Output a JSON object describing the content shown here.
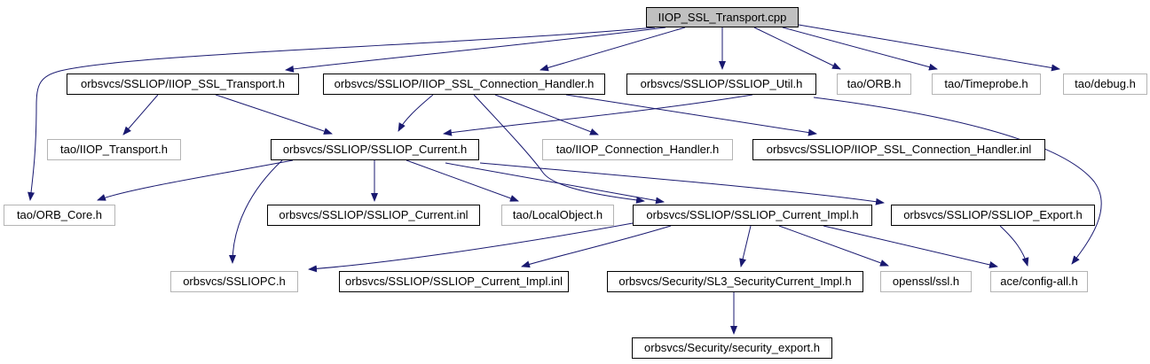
{
  "diagram": {
    "type": "include-dependency-graph",
    "root_file": "IIOP_SSL_Transport.cpp",
    "colors": {
      "edge": "#191970",
      "documented_border": "#000000",
      "external_border": "#b4b4b4",
      "root_fill": "#c0c0c0",
      "background": "#ffffff"
    },
    "nodes": [
      {
        "id": "root",
        "label": "IIOP_SSL_Transport.cpp",
        "kind": "source-file"
      },
      {
        "id": "iiop_ssl_transport_h",
        "label": "orbsvcs/SSLIOP/IIOP_SSL_Transport.h",
        "kind": "documented-header"
      },
      {
        "id": "iiop_ssl_connection_handler_h",
        "label": "orbsvcs/SSLIOP/IIOP_SSL_Connection_Handler.h",
        "kind": "documented-header"
      },
      {
        "id": "ssliop_util_h",
        "label": "orbsvcs/SSLIOP/SSLIOP_Util.h",
        "kind": "documented-header"
      },
      {
        "id": "tao_orb_h",
        "label": "tao/ORB.h",
        "kind": "external-header"
      },
      {
        "id": "tao_timeprobe_h",
        "label": "tao/Timeprobe.h",
        "kind": "external-header"
      },
      {
        "id": "tao_debug_h",
        "label": "tao/debug.h",
        "kind": "external-header"
      },
      {
        "id": "tao_iiop_transport_h",
        "label": "tao/IIOP_Transport.h",
        "kind": "external-header"
      },
      {
        "id": "ssliop_current_h",
        "label": "orbsvcs/SSLIOP/SSLIOP_Current.h",
        "kind": "documented-header"
      },
      {
        "id": "tao_iiop_connection_handler_h",
        "label": "tao/IIOP_Connection_Handler.h",
        "kind": "external-header"
      },
      {
        "id": "iiop_ssl_connection_handler_inl",
        "label": "orbsvcs/SSLIOP/IIOP_SSL_Connection_Handler.inl",
        "kind": "documented-header"
      },
      {
        "id": "tao_orb_core_h",
        "label": "tao/ORB_Core.h",
        "kind": "external-header"
      },
      {
        "id": "ssliop_current_inl",
        "label": "orbsvcs/SSLIOP/SSLIOP_Current.inl",
        "kind": "documented-header"
      },
      {
        "id": "tao_localobject_h",
        "label": "tao/LocalObject.h",
        "kind": "external-header"
      },
      {
        "id": "ssliop_current_impl_h",
        "label": "orbsvcs/SSLIOP/SSLIOP_Current_Impl.h",
        "kind": "documented-header"
      },
      {
        "id": "ssliop_export_h",
        "label": "orbsvcs/SSLIOP/SSLIOP_Export.h",
        "kind": "documented-header"
      },
      {
        "id": "ssliopc_h",
        "label": "orbsvcs/SSLIOPC.h",
        "kind": "external-header"
      },
      {
        "id": "ssliop_current_impl_inl",
        "label": "orbsvcs/SSLIOP/SSLIOP_Current_Impl.inl",
        "kind": "documented-header"
      },
      {
        "id": "sl3_securitycurrent_impl_h",
        "label": "orbsvcs/Security/SL3_SecurityCurrent_Impl.h",
        "kind": "documented-header"
      },
      {
        "id": "openssl_ssl_h",
        "label": "openssl/ssl.h",
        "kind": "external-header"
      },
      {
        "id": "ace_config_all_h",
        "label": "ace/config-all.h",
        "kind": "external-header"
      },
      {
        "id": "security_export_h",
        "label": "orbsvcs/Security/security_export.h",
        "kind": "documented-header"
      }
    ],
    "edges": [
      {
        "from": "root",
        "to": "iiop_ssl_transport_h"
      },
      {
        "from": "root",
        "to": "iiop_ssl_connection_handler_h"
      },
      {
        "from": "root",
        "to": "ssliop_util_h"
      },
      {
        "from": "root",
        "to": "tao_orb_h"
      },
      {
        "from": "root",
        "to": "tao_timeprobe_h"
      },
      {
        "from": "root",
        "to": "tao_debug_h"
      },
      {
        "from": "root",
        "to": "tao_orb_core_h"
      },
      {
        "from": "iiop_ssl_transport_h",
        "to": "tao_iiop_transport_h"
      },
      {
        "from": "iiop_ssl_transport_h",
        "to": "ssliop_current_h"
      },
      {
        "from": "iiop_ssl_connection_handler_h",
        "to": "ssliop_current_h"
      },
      {
        "from": "iiop_ssl_connection_handler_h",
        "to": "tao_iiop_connection_handler_h"
      },
      {
        "from": "iiop_ssl_connection_handler_h",
        "to": "iiop_ssl_connection_handler_inl"
      },
      {
        "from": "iiop_ssl_connection_handler_h",
        "to": "ssliop_current_impl_h"
      },
      {
        "from": "ssliop_util_h",
        "to": "ssliop_current_h"
      },
      {
        "from": "ssliop_util_h",
        "to": "ace_config_all_h"
      },
      {
        "from": "ssliop_current_h",
        "to": "tao_orb_core_h"
      },
      {
        "from": "ssliop_current_h",
        "to": "ssliop_current_inl"
      },
      {
        "from": "ssliop_current_h",
        "to": "tao_localobject_h"
      },
      {
        "from": "ssliop_current_h",
        "to": "ssliop_current_impl_h"
      },
      {
        "from": "ssliop_current_h",
        "to": "ssliop_export_h"
      },
      {
        "from": "ssliop_current_h",
        "to": "ssliopc_h"
      },
      {
        "from": "ssliop_current_impl_h",
        "to": "ssliopc_h"
      },
      {
        "from": "ssliop_current_impl_h",
        "to": "ssliop_current_impl_inl"
      },
      {
        "from": "ssliop_current_impl_h",
        "to": "sl3_securitycurrent_impl_h"
      },
      {
        "from": "ssliop_current_impl_h",
        "to": "openssl_ssl_h"
      },
      {
        "from": "ssliop_current_impl_h",
        "to": "ace_config_all_h"
      },
      {
        "from": "ssliop_export_h",
        "to": "ace_config_all_h"
      },
      {
        "from": "sl3_securitycurrent_impl_h",
        "to": "security_export_h"
      }
    ]
  }
}
